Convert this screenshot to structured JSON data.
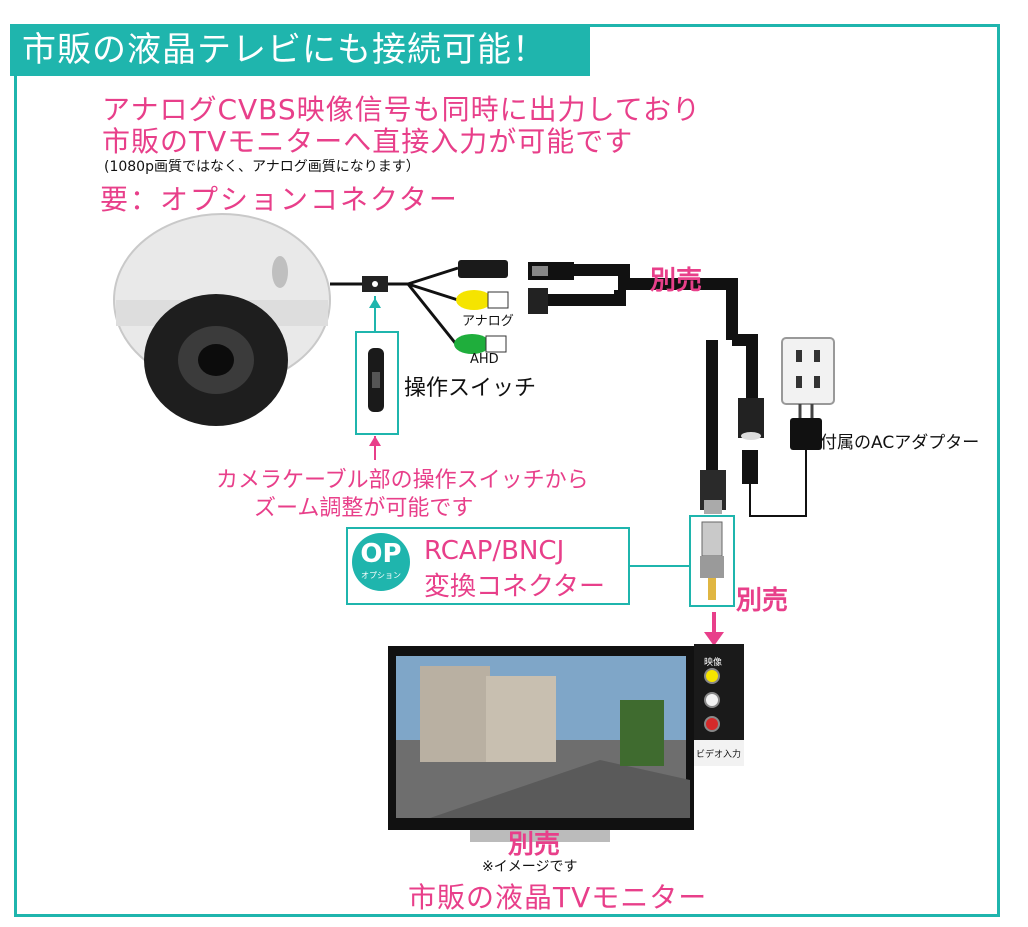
{
  "banner": {
    "title": "市販の液晶テレビにも接続可能！"
  },
  "headline": {
    "line1": "アナログCVBS映像信号も同時に出力しており",
    "line2": "市販のTVモニターへ直接入力が可能です",
    "note": "(1080p画質ではなく、アナログ画質になります）",
    "requirement": "要：オプションコネクター"
  },
  "cable": {
    "analog_label": "アナログ",
    "ahd_label": "AHD",
    "switch_label": "操作スイッチ",
    "switch_desc_line1": "カメラケーブル部の操作スイッチから",
    "switch_desc_line2": "ズーム調整が可能です"
  },
  "sold_separately": "別売",
  "adapter_label": "付属のACアダプター",
  "option": {
    "badge": "OP",
    "badge_sub": "オプション",
    "line1": "RCAP/BNCJ",
    "line2": "変換コネクター"
  },
  "tv_panel": {
    "video": "映像",
    "video_input": "ビデオ入力"
  },
  "image_note": "※イメージです",
  "tv_title": "市販の液晶TVモニター",
  "colors": {
    "accent": "#1fb5ad",
    "pink": "#e83f8a",
    "yellow": "#f5e400",
    "green": "#1fae3c"
  }
}
